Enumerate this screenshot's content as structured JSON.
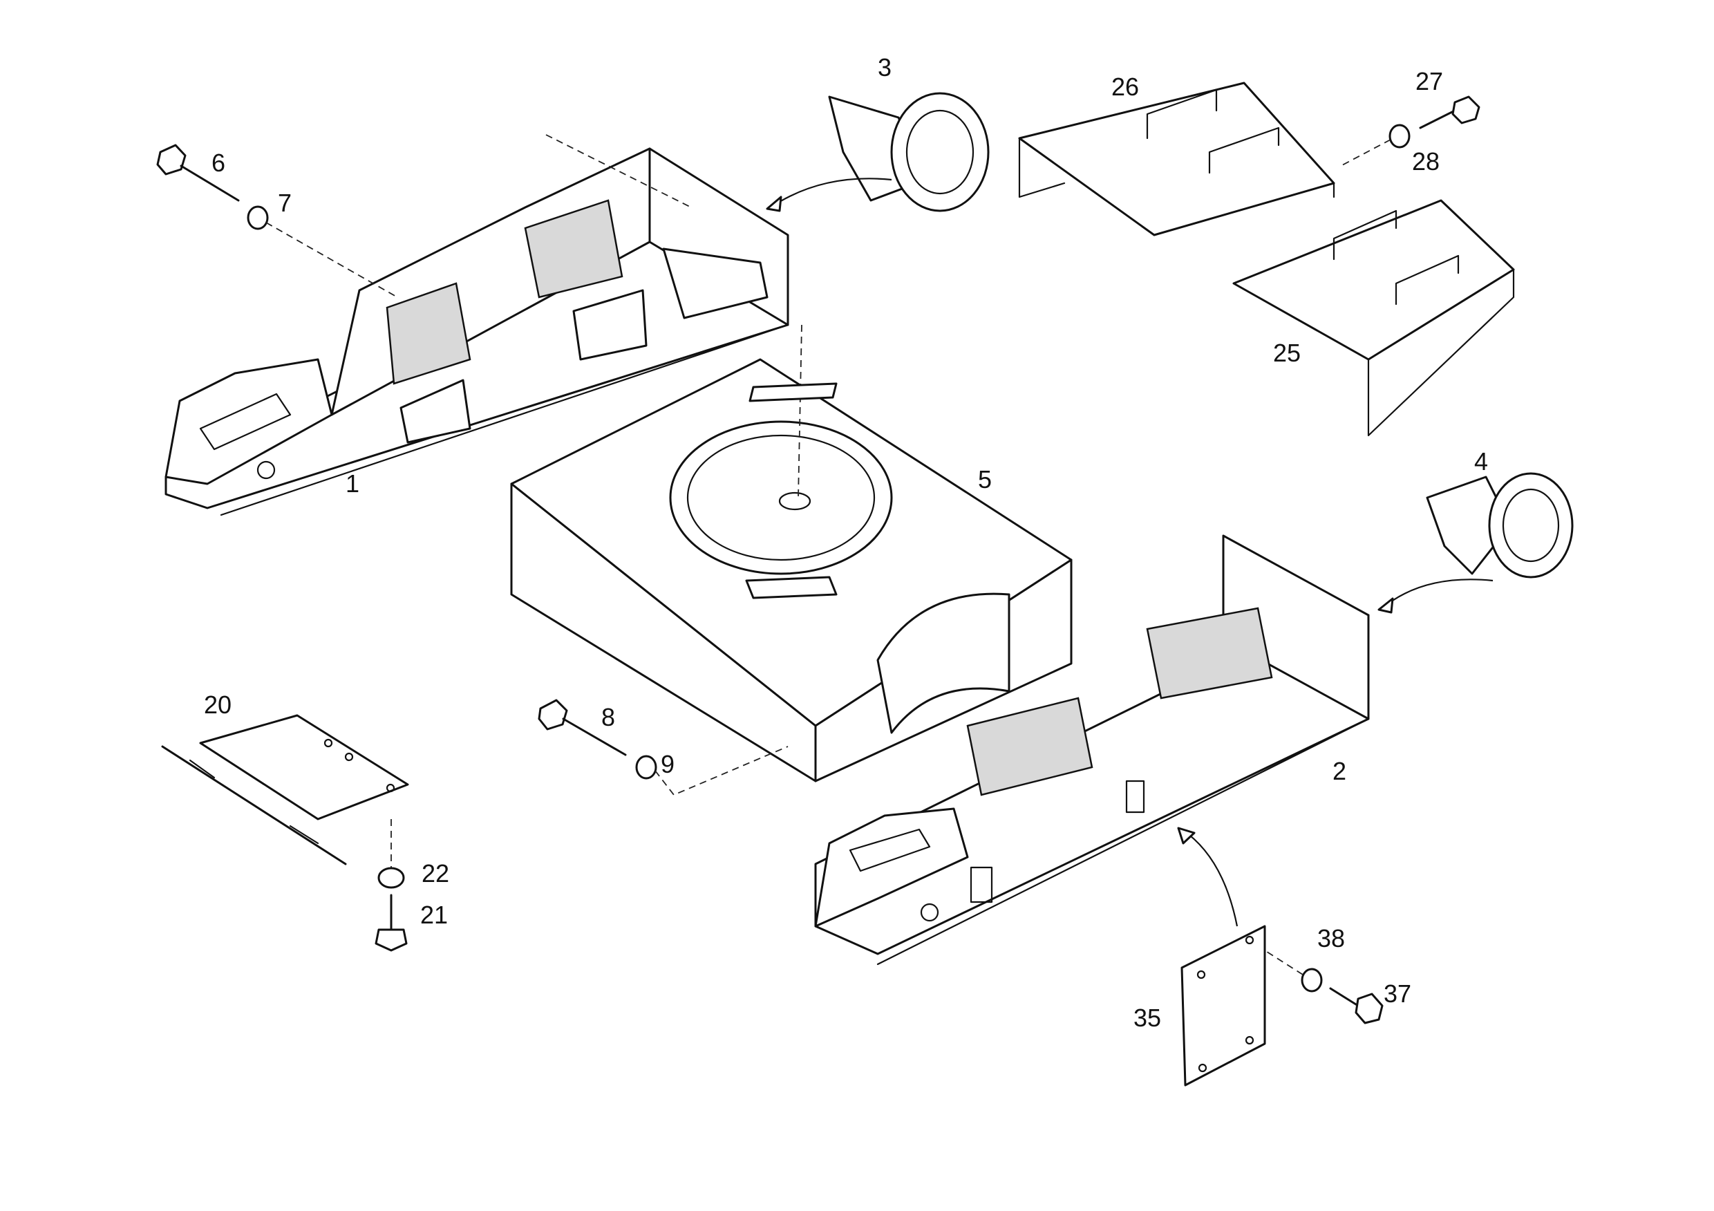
{
  "diagram": {
    "callouts": {
      "p1": "1",
      "p2": "2",
      "p3": "3",
      "p4": "4",
      "p5": "5",
      "p6": "6",
      "p7": "7",
      "p8": "8",
      "p9": "9",
      "p20": "20",
      "p21": "21",
      "p22": "22",
      "p25": "25",
      "p26": "26",
      "p27": "27",
      "p28": "28",
      "p35": "35",
      "p37": "37",
      "p38": "38"
    }
  }
}
